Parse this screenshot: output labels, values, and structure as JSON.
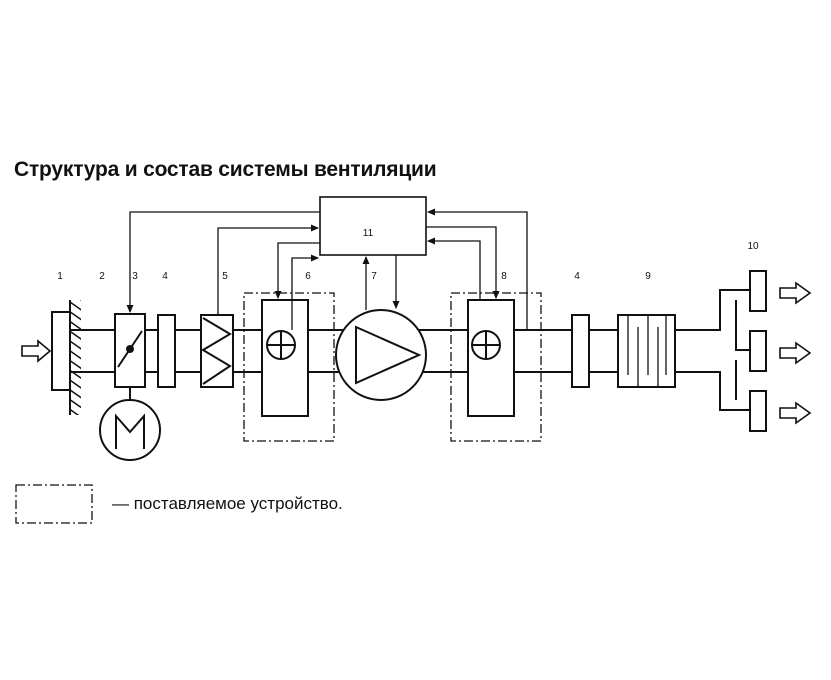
{
  "title": "Структура и состав системы вентиляции",
  "legend": {
    "label": "— поставляемое устройство."
  },
  "labels": {
    "n1": "1",
    "n2": "2",
    "n3": "3",
    "n4a": "4",
    "n5": "5",
    "n6": "6",
    "n7": "7",
    "n8": "8",
    "n4b": "4",
    "n9": "9",
    "n10": "10",
    "n11": "11"
  }
}
